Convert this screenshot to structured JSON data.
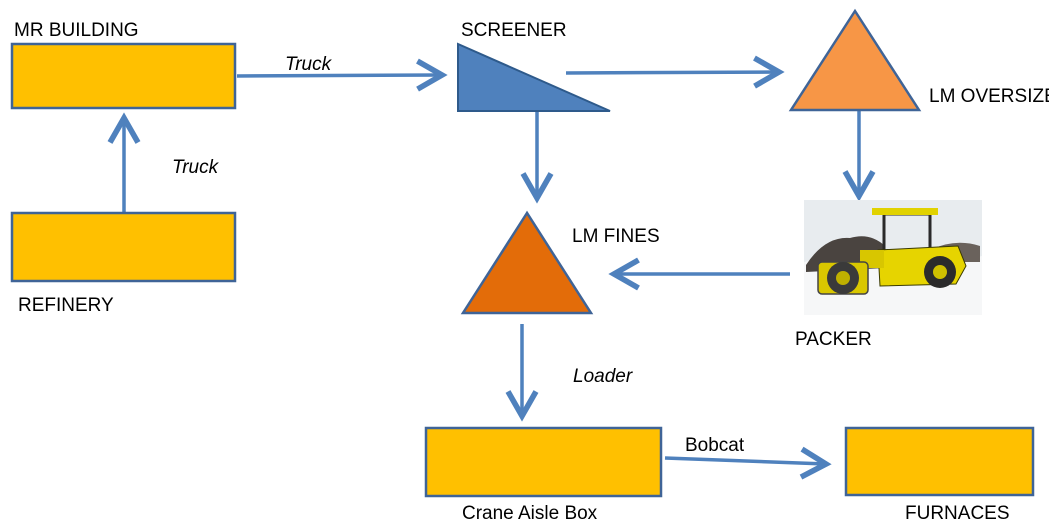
{
  "nodes": {
    "mr_building": "MR BUILDING",
    "refinery": "REFINERY",
    "screener": "SCREENER",
    "lm_oversize": "LM OVERSIZE",
    "lm_fines": "LM FINES",
    "packer": "PACKER",
    "crane_aisle_box": "Crane Aisle Box",
    "furnaces": "FURNACES"
  },
  "edges": {
    "refinery_to_mr": "Truck",
    "mr_to_screener": "Truck",
    "fines_to_crane": "Loader",
    "crane_to_furnaces": "Bobcat"
  },
  "colors": {
    "box_fill": "#FFC000",
    "box_border": "#3F6497",
    "screener_fill": "#4F81BD",
    "oversize_fill": "#F79646",
    "fines_fill": "#E36C09",
    "arrow": "#4F81BD"
  },
  "icons": {
    "packer": "compactor-roller-photo"
  }
}
